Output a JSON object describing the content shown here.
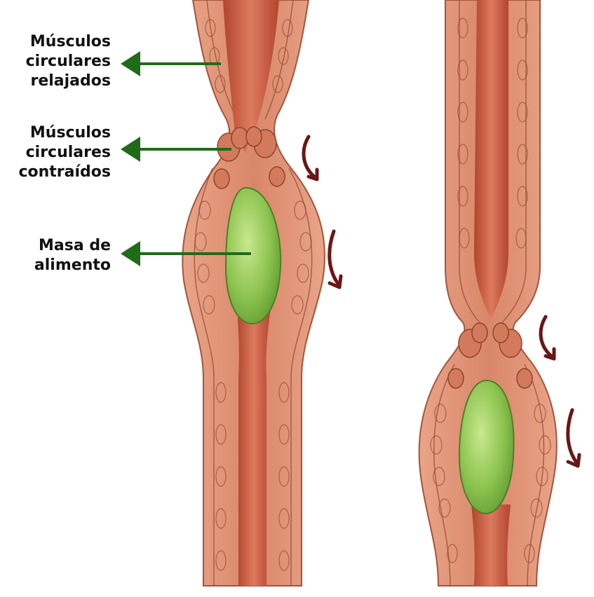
{
  "labels": {
    "relaxed": [
      "Músculos",
      "circulares",
      "relajados"
    ],
    "contracted": [
      "Músculos",
      "circulares",
      "contraídos"
    ],
    "food": [
      "Masa de",
      "alimento"
    ]
  },
  "colors": {
    "arrow": "#1f6b1a",
    "flow_arrow": "#6b1616",
    "muscle_wall": "#d9876a",
    "muscle_dark": "#a3543c",
    "lumen": "#c6573f",
    "food_bolus": "#8cc24f",
    "background": "#ffffff"
  },
  "icons": {
    "pointer": "left-arrow-icon",
    "flow": "curved-down-arrow-icon"
  }
}
